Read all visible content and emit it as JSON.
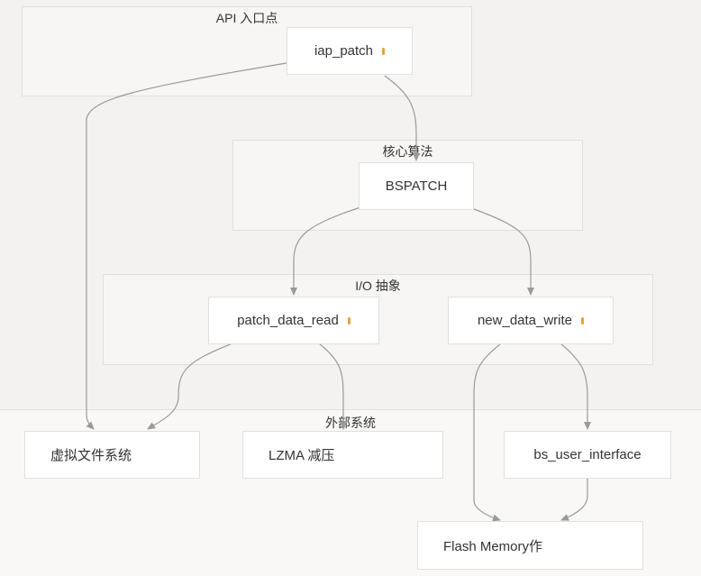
{
  "diagram": {
    "clusters": {
      "api": {
        "label": "API 入口点"
      },
      "core": {
        "label": "核心算法"
      },
      "io": {
        "label": "I/O 抽象"
      },
      "external": {
        "label": "外部系统"
      }
    },
    "nodes": {
      "iap_patch": {
        "label": "iap_patch"
      },
      "bspatch": {
        "label": "BSPATCH"
      },
      "patch_data_read": {
        "label": "patch_data_read"
      },
      "new_data_write": {
        "label": "new_data_write"
      },
      "vfs": {
        "label": "虚拟文件系统"
      },
      "lzma": {
        "label": "LZMA 减压"
      },
      "bs_user_interface": {
        "label": "bs_user_interface"
      },
      "flash": {
        "label": "Flash Memory作"
      }
    },
    "colors": {
      "edge": "#9a9a9a",
      "node_marker": "#e8a23a",
      "cluster_fill": "#f7f6f5",
      "node_fill": "#ffffff"
    }
  }
}
